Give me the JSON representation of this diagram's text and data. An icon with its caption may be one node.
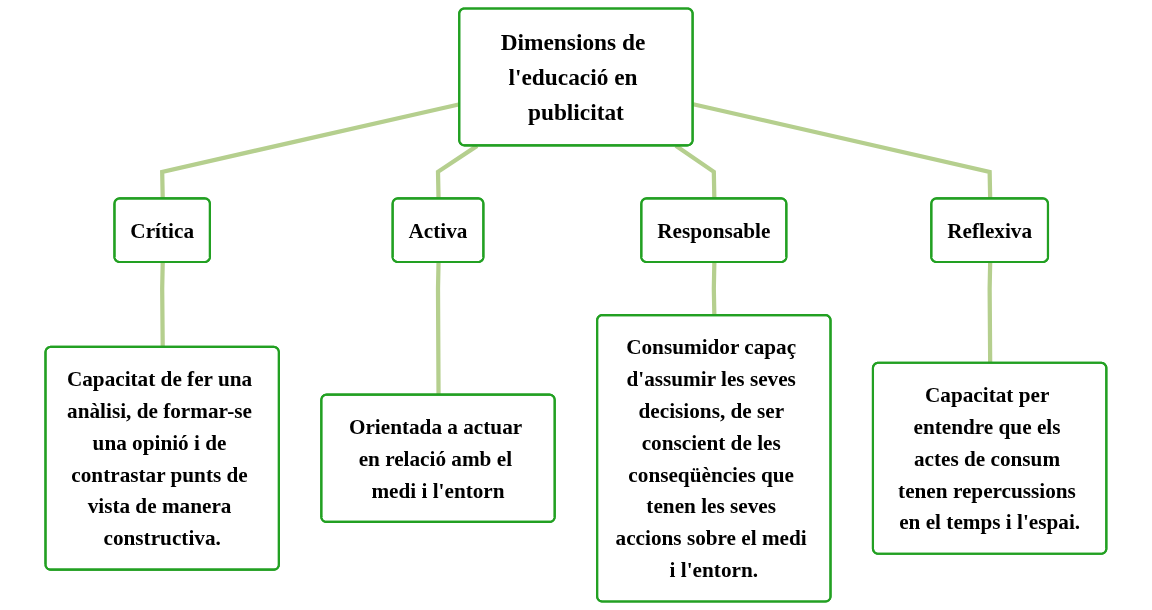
{
  "diagram": {
    "nodes": [
      {
        "text": [
          "Dimensions de l'educació en publicitat"
        ]
      },
      {
        "text": [
          "Crítica"
        ]
      },
      {
        "text": [
          "Activa"
        ]
      },
      {
        "text": [
          "Responsable"
        ]
      },
      {
        "text": [
          "Reflexiva"
        ]
      },
      {
        "text": [
          "Capacitat de fer una anàlisi, de formar-se una opinió i de contrastar punts de vista de manera constructiva."
        ]
      },
      {
        "text": [
          "Orientada a actuar en relació amb el medi i l'entorn"
        ]
      },
      {
        "text": [
          "Consumidor capaç d'assumir les seves decisions, de ser conscient de les conseqüències que tenen les seves accions sobre el medi i l'entorn."
        ]
      },
      {
        "text": [
          "Capacitat per entendre que els actes de consum tenen repercussions en el temps i l'espai."
        ]
      }
    ],
    "edges": [
      {
        "from": 0,
        "to": 1,
        "arrow": "none"
      },
      {
        "from": 0,
        "to": 2,
        "arrow": "none"
      },
      {
        "from": 0,
        "to": 3,
        "arrow": "none"
      },
      {
        "from": 0,
        "to": 4,
        "arrow": "none"
      },
      {
        "from": 1,
        "to": 5,
        "arrow": "none"
      },
      {
        "from": 2,
        "to": 6,
        "arrow": "none"
      },
      {
        "from": 3,
        "to": 7,
        "arrow": "none"
      },
      {
        "from": 4,
        "to": 8,
        "arrow": "none"
      }
    ]
  }
}
